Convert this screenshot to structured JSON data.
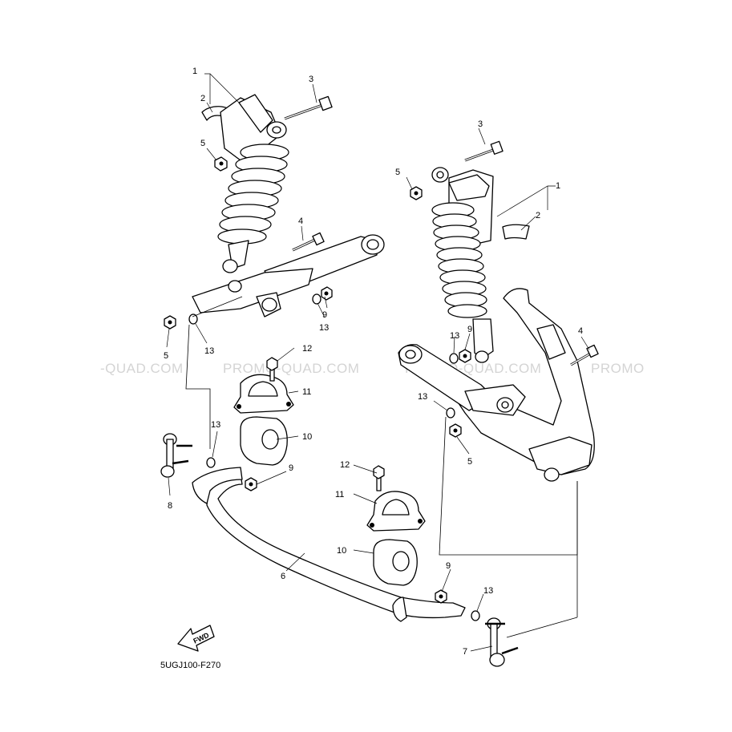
{
  "watermark": [
    "-QUAD.COM",
    "PROMO-QUAD.COM",
    "PROMO-QUAD.COM",
    "PROMO"
  ],
  "diagram_code": "5UGJ100-F270",
  "fwd_label": "FWD",
  "callouts": {
    "l1": "1",
    "l2": "2",
    "l3": "3",
    "l5": "5",
    "l4": "4",
    "l9": "9",
    "l13": "13",
    "l5b": "5",
    "l13b": "13",
    "l12": "12",
    "l11": "11",
    "l10": "10",
    "l13c": "13",
    "l8": "8",
    "l9b": "9",
    "l6": "6",
    "r3": "3",
    "r5": "5",
    "r1": "1",
    "r2": "2",
    "r4": "4",
    "r13": "13",
    "r9": "9",
    "r13b": "13",
    "r5b": "5",
    "r12": "12",
    "r11": "11",
    "r10": "10",
    "r9b": "9",
    "r13c": "13",
    "r7": "7"
  }
}
